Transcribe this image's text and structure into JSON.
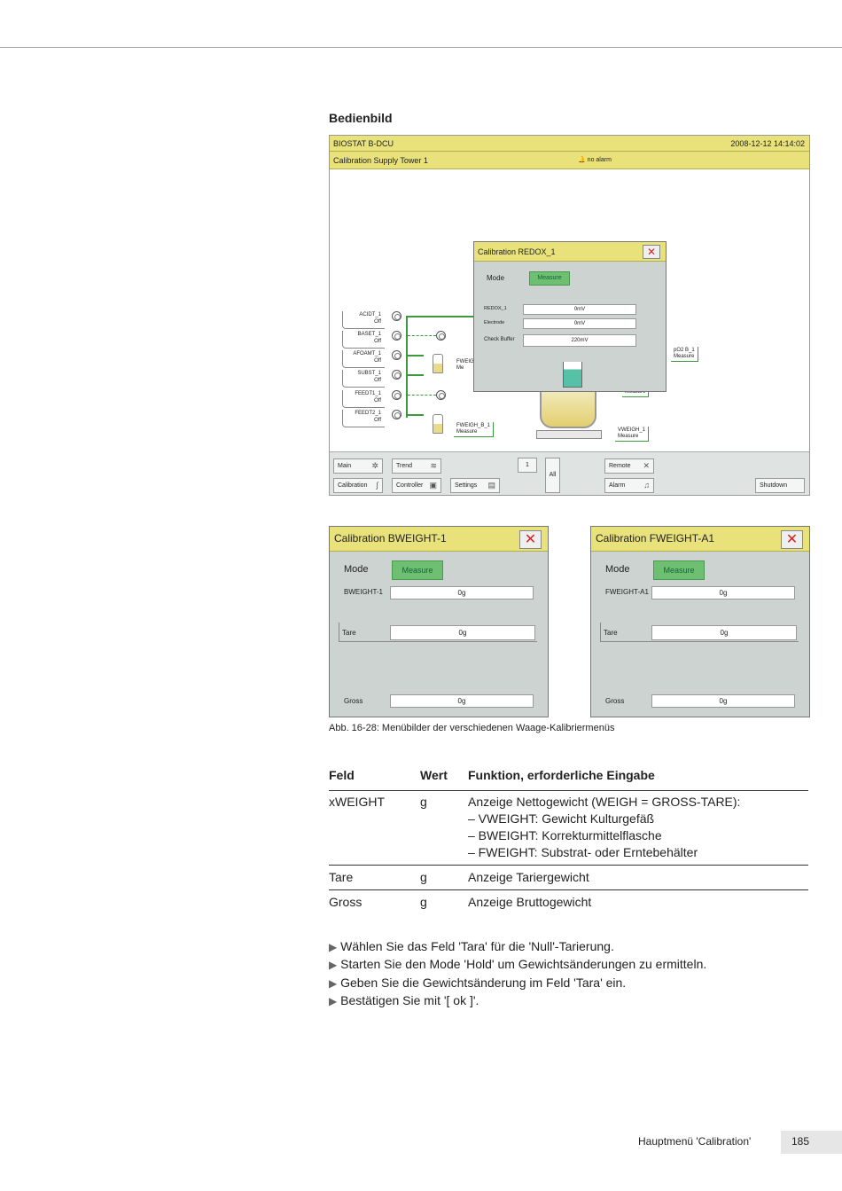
{
  "section_title": "Bedienbild",
  "screen": {
    "app_title": "BIOSTAT B-DCU",
    "datetime": "2008-12-12   14:14:02",
    "page_title": "Calibration Supply Tower 1",
    "alarm": "no alarm",
    "pumps": [
      {
        "name": "ACIDT_1",
        "state": "Off"
      },
      {
        "name": "BASET_1",
        "state": "Off"
      },
      {
        "name": "AFOAMT_1",
        "state": "Off"
      },
      {
        "name": "SUBST_1",
        "state": "Off"
      },
      {
        "name": "FEEDT1_1",
        "state": "Off"
      },
      {
        "name": "FEEDT2_1",
        "state": "Off"
      }
    ],
    "tags": {
      "fweigh_a": "FWEIGH",
      "fweigh_a2": "Me",
      "fweigh_b": "FWEIGH_B_1",
      "fweigh_b_state": "Measure",
      "po2": "pO2 B_1",
      "po2_state": "Measure",
      "vweigh": "VWEIGH_1",
      "vweigh_state": "Measure",
      "mid_state": "Measure"
    },
    "bottom": {
      "main": "Main",
      "calibration": "Calibration",
      "trend": "Trend",
      "controller": "Controller",
      "settings": "Settings",
      "unit": "1",
      "all": "All",
      "remote": "Remote",
      "alarm": "Alarm",
      "shutdown": "Shutdown"
    },
    "redox_dialog": {
      "title": "Calibration REDOX_1",
      "mode_label": "Mode",
      "mode_value": "Measure",
      "fields": [
        {
          "label": "REDOX_1",
          "value": "0mV"
        },
        {
          "label": "Electrode",
          "value": "0mV"
        },
        {
          "label": "Check Buffer",
          "value": "220mV"
        }
      ]
    }
  },
  "dialogs": [
    {
      "title": "Calibration BWEIGHT-1",
      "mode_label": "Mode",
      "mode_value": "Measure",
      "weight_label": "BWEIGHT-1",
      "weight_value": "0g",
      "tare_label": "Tare",
      "tare_value": "0g",
      "gross_label": "Gross",
      "gross_value": "0g"
    },
    {
      "title": "Calibration FWEIGHT-A1",
      "mode_label": "Mode",
      "mode_value": "Measure",
      "weight_label": "FWEIGHT-A1",
      "weight_value": "0g",
      "tare_label": "Tare",
      "tare_value": "0g",
      "gross_label": "Gross",
      "gross_value": "0g"
    }
  ],
  "caption": "Abb. 16-28: Menübilder der verschiedenen Waage-Kalibriermenüs",
  "table": {
    "headers": [
      "Feld",
      "Wert",
      "Funktion, erforderliche Eingabe"
    ],
    "rows": [
      {
        "field": "xWEIGHT",
        "value": "g",
        "lines": [
          "Anzeige Nettogewicht (WEIGH = GROSS-TARE):",
          "–   VWEIGHT: Gewicht Kulturgefäß",
          "–   BWEIGHT: Korrekturmittelflasche",
          "–   FWEIGHT: Substrat- oder Erntebehälter"
        ]
      },
      {
        "field": "Tare",
        "value": "g",
        "lines": [
          "Anzeige Tariergewicht"
        ]
      },
      {
        "field": "Gross",
        "value": "g",
        "lines": [
          "Anzeige Bruttogewicht"
        ]
      }
    ]
  },
  "steps": [
    "Wählen Sie das Feld 'Tara' für die 'Null'-Tarierung.",
    "Starten Sie den Mode 'Hold' um Gewichtsänderungen zu ermitteln.",
    "Geben Sie die Gewichtsänderung im Feld 'Tara' ein.",
    "Bestätigen Sie mit '[ ok ]'."
  ],
  "step_marker": "▶",
  "footer": {
    "section": "Hauptmenü 'Calibration'",
    "page": "185"
  },
  "colors": {
    "title_bar": "#e9e27a",
    "dialog_bg": "#ccd3d1",
    "measure_button": "#6fbf73",
    "pipe": "#3c9a3c",
    "close_x": "#dd2222"
  }
}
